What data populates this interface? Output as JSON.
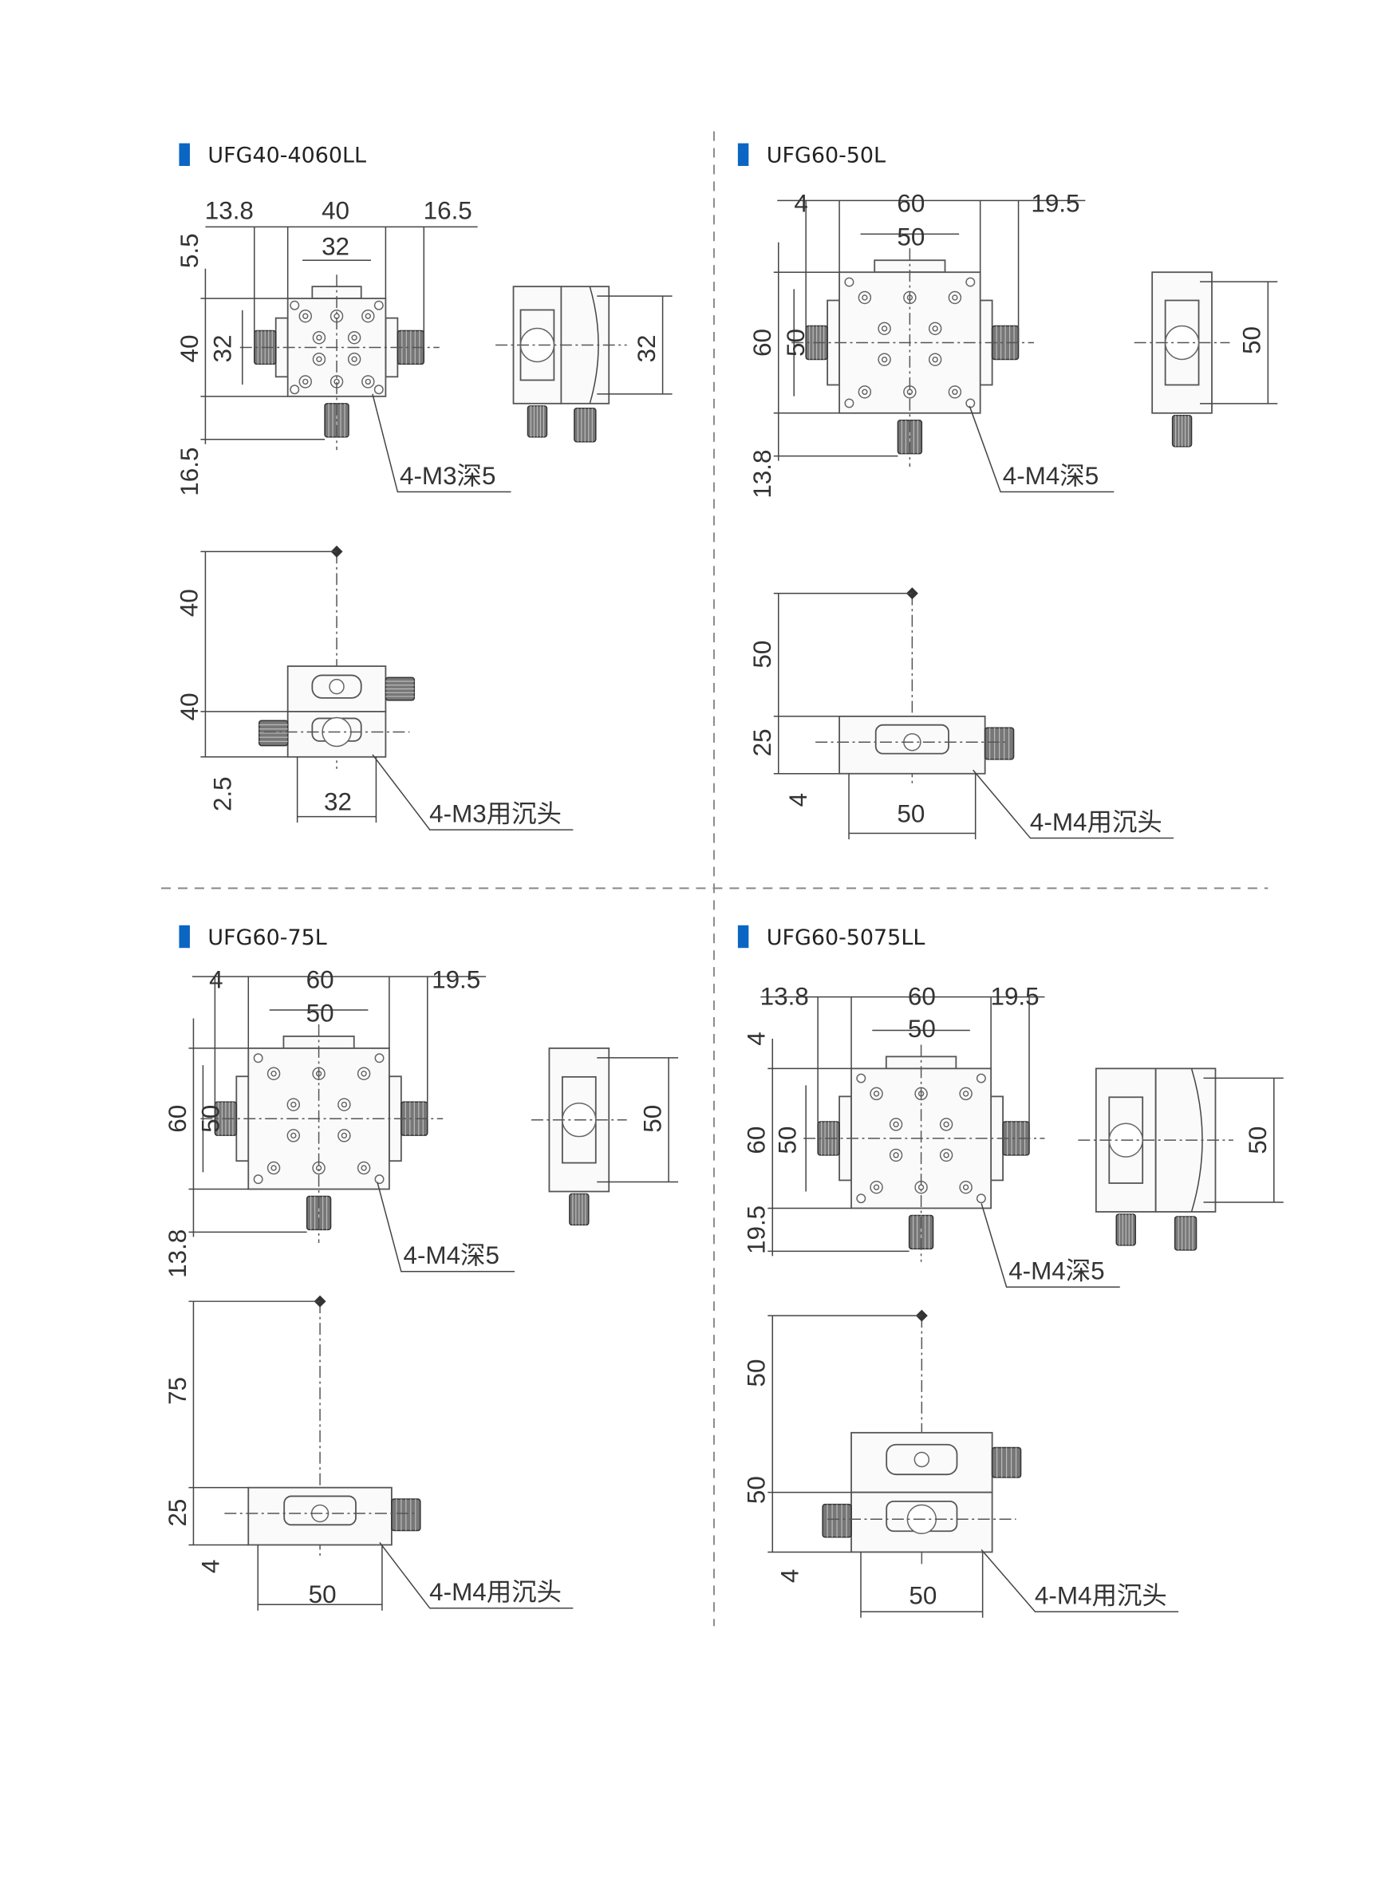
{
  "panels": [
    {
      "title": "UFG40-4060LL",
      "top_labels": [
        "13.8",
        "40",
        "16.5",
        "32",
        "5.5",
        "40",
        "32",
        "16.5"
      ],
      "top_callout": "4-M3深5",
      "side_labels": [
        "32"
      ],
      "front_labels": [
        "40",
        "40",
        "2.5",
        "32"
      ],
      "front_callout": "4-M3用沉头"
    },
    {
      "title": "UFG60-50L",
      "top_labels": [
        "4",
        "60",
        "19.5",
        "50",
        "60",
        "50",
        "13.8"
      ],
      "top_callout": "4-M4深5",
      "side_labels": [
        "50"
      ],
      "front_labels": [
        "50",
        "25",
        "4",
        "50"
      ],
      "front_callout": "4-M4用沉头"
    },
    {
      "title": "UFG60-75L",
      "top_labels": [
        "4",
        "60",
        "19.5",
        "50",
        "60",
        "50",
        "13.8"
      ],
      "top_callout": "4-M4深5",
      "side_labels": [
        "50"
      ],
      "front_labels": [
        "75",
        "25",
        "4",
        "50"
      ],
      "front_callout": "4-M4用沉头"
    },
    {
      "title": "UFG60-5075LL",
      "top_labels": [
        "13.8",
        "60",
        "19.5",
        "50",
        "4",
        "60",
        "50",
        "19.5"
      ],
      "top_callout": "4-M4深5",
      "side_labels": [
        "50"
      ],
      "front_labels": [
        "50",
        "50",
        "4",
        "50"
      ],
      "front_callout": "4-M4用沉头"
    }
  ],
  "colors": {
    "accent": "#0a66c2",
    "line": "#444444"
  }
}
